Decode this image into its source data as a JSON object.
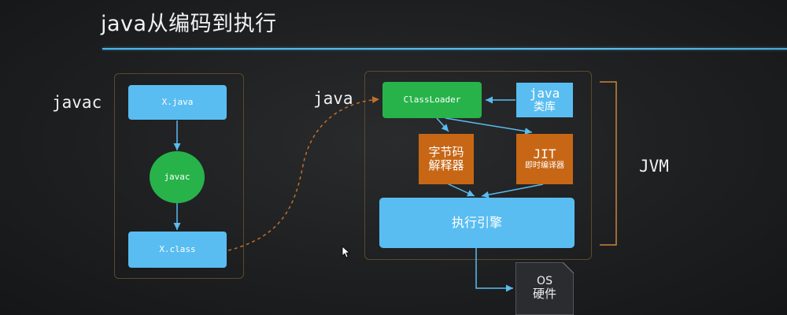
{
  "slide": {
    "title": "java从编码到执行"
  },
  "labels": {
    "javac": "javac",
    "java": "java",
    "jvm": "JVM"
  },
  "nodes": {
    "x_java": "X.java",
    "javac_circle": "javac",
    "x_class": "X.class",
    "classloader": "ClassLoader",
    "java_lib_line1": "java",
    "java_lib_line2": "类库",
    "bytecode_line1": "字节码",
    "bytecode_line2": "解释器",
    "jit_line1": "JIT",
    "jit_line2": "即时编译器",
    "engine": "执行引擎",
    "os_line1": "OS",
    "os_line2": "硬件"
  },
  "colors": {
    "background": "#1e1f21",
    "accent_blue": "#59bdf1",
    "accent_green": "#27b34a",
    "accent_orange": "#c76716",
    "dashed_arrow": "#c0702a",
    "bracket": "#c7863a"
  }
}
